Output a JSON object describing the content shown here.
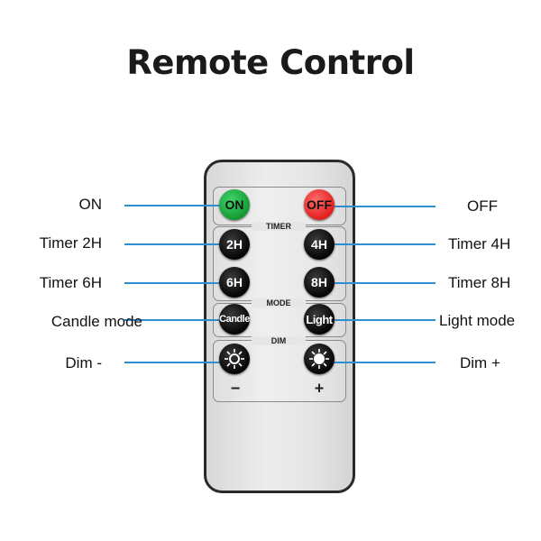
{
  "title": "Remote Control",
  "sections": {
    "timer": "TIMER",
    "mode": "MODE",
    "dim": "DIM"
  },
  "buttons": {
    "on": "ON",
    "off": "OFF",
    "h2": "2H",
    "h4": "4H",
    "h6": "6H",
    "h8": "8H",
    "candle": "Candle",
    "light": "Light",
    "minus": "−",
    "plus": "+"
  },
  "labels_left": [
    "ON",
    "Timer 2H",
    "Timer 6H",
    "Candle mode",
    "Dim -"
  ],
  "labels_right": [
    "OFF",
    "Timer 4H",
    "Timer 8H",
    "Light mode",
    "Dim +"
  ],
  "colors": {
    "line": "#2b8fd1",
    "on": "#1fa83f",
    "off": "#f02828"
  }
}
